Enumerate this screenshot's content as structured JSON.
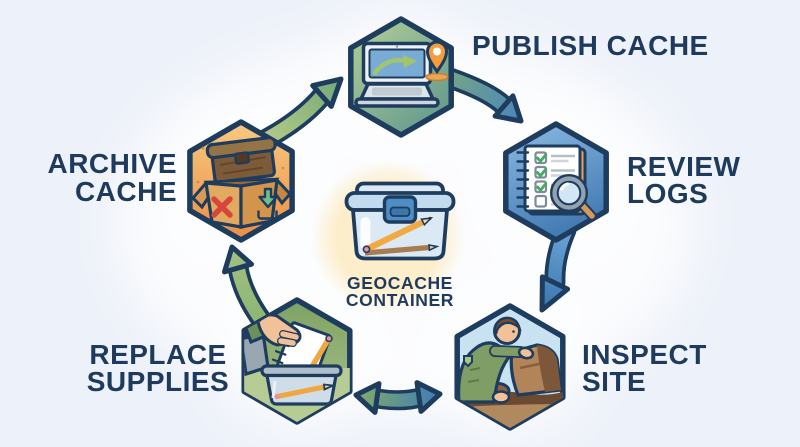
{
  "center": {
    "label_line1": "GEOCACHE",
    "label_line2": "CONTAINER",
    "icon": "geocache-container-with-pencils"
  },
  "steps": {
    "publish": {
      "label": "PUBLISH CACHE",
      "icon": "laptop-with-map-pin"
    },
    "review": {
      "label_line1": "REVIEW",
      "label_line2": "LOGS",
      "icon": "checklist-with-magnifier"
    },
    "inspect": {
      "label_line1": "INSPECT",
      "label_line2": "SITE",
      "icon": "ranger-inspecting-rocks"
    },
    "replace": {
      "label_line1": "REPLACE",
      "label_line2": "SUPPLIES",
      "icon": "hand-restocking-container"
    },
    "archive": {
      "label_line1": "ARCHIVE",
      "label_line2": "CACHE",
      "icon": "box-with-red-x-and-down-arrow"
    }
  },
  "flow": [
    {
      "from": "archive",
      "to": "publish",
      "arrow_color": "green",
      "bidirectional": false
    },
    {
      "from": "publish",
      "to": "review",
      "arrow_color": "green-blue",
      "bidirectional": false
    },
    {
      "from": "review",
      "to": "inspect",
      "arrow_color": "blue",
      "bidirectional": false
    },
    {
      "from": "inspect",
      "to": "replace",
      "arrow_color": "green-blue",
      "bidirectional": true
    },
    {
      "from": "replace",
      "to": "archive",
      "arrow_color": "green",
      "bidirectional": false
    }
  ],
  "colors": {
    "background": "#edf1f9",
    "label_text": "#1e3a5c",
    "outline_navy": "#1e3c5e",
    "publish_hex_top": "#aecb96",
    "publish_hex_bottom": "#5f968e",
    "review_hex_top": "#87b6e0",
    "review_hex_bottom": "#3b74ad",
    "archive_hex_top": "#f7ca80",
    "archive_hex_bottom": "#eb8d45",
    "replace_hex_top": "#7fa163",
    "replace_hex_bottom": "#a9c48d",
    "inspect_sky": "#c8e2f2",
    "green_arrow": "#8eb66f",
    "blue_arrow": "#4a86ba",
    "center_glow": "#fdeecb",
    "map_pin_orange": "#f59d3c",
    "red_x": "#d8453a",
    "check_green": "#43ab63"
  }
}
